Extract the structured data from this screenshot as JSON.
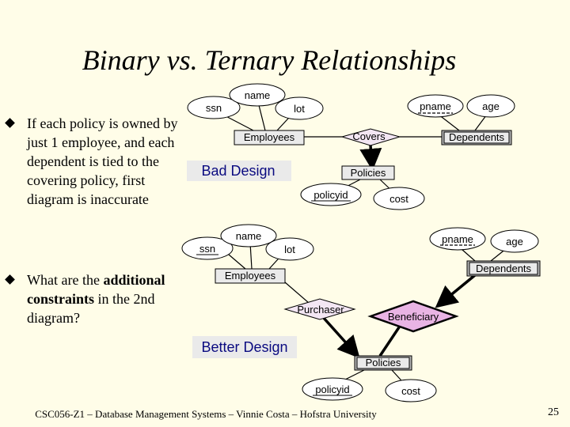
{
  "title": "Binary vs. Ternary Relationships",
  "bullets": [
    {
      "text": "If each policy is owned by just 1 employee, and each dependent is tied to the covering policy, first diagram is inaccurate"
    },
    {
      "pre": "What are the ",
      "bold": "additional constraints",
      "post": " in the 2nd diagram?"
    }
  ],
  "diagram1": {
    "tag": "Bad Design",
    "attributes": {
      "ssn": "ssn",
      "name": "name",
      "lot": "lot",
      "pname": "pname",
      "age": "age",
      "policyid": "policyid",
      "cost": "cost"
    },
    "entities": {
      "employees": "Employees",
      "dependents": "Dependents",
      "policies": "Policies"
    },
    "relationship": "Covers"
  },
  "diagram2": {
    "tag": "Better Design",
    "attributes": {
      "ssn": "ssn",
      "name": "name",
      "lot": "lot",
      "pname": "pname",
      "age": "age",
      "policyid": "policyid",
      "cost": "cost"
    },
    "entities": {
      "employees": "Employees",
      "dependents": "Dependents",
      "policies": "Policies"
    },
    "relationships": {
      "purchaser": "Purchaser",
      "beneficiary": "Beneficiary"
    }
  },
  "colors": {
    "background": "#fffde8",
    "entity_fill": "#eaeaea",
    "attribute_fill": "#ffffff",
    "relationship_fill": "#f3e6f3",
    "weak_fill": "#e9b4e4",
    "tag_color": "#0a0a80"
  },
  "footer": "CSC056-Z1 – Database Management Systems – Vinnie Costa – Hofstra University",
  "page_number": "25"
}
